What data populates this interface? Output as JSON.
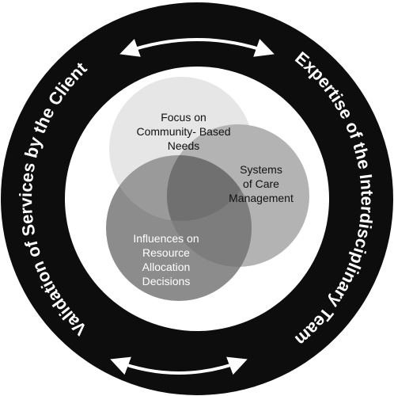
{
  "colors": {
    "outer_ring": "#0d0d0d",
    "inner_field": "#ffffff",
    "circle_top": "#e6e6e6",
    "circle_right": "#b3b3b3",
    "circle_bottom": "#8c8c8c",
    "overlap": "#707070",
    "arrow": "#ffffff"
  },
  "ring": {
    "right_label": "Expertise of the Interdisciplinary Team",
    "left_label": "Validation of Services by the Client"
  },
  "venn": {
    "top": {
      "line1": "Focus on",
      "line2": "Community- Based",
      "line3": "Needs"
    },
    "right": {
      "line1": "Systems",
      "line2": "of Care",
      "line3": "Management"
    },
    "bottom": {
      "line1": "Influences on",
      "line2": "Resource",
      "line3": "Allocation",
      "line4": "Decisions"
    }
  },
  "icons": {
    "top_arrow": "double-arrow-icon",
    "bottom_arrow": "double-arrow-icon"
  }
}
